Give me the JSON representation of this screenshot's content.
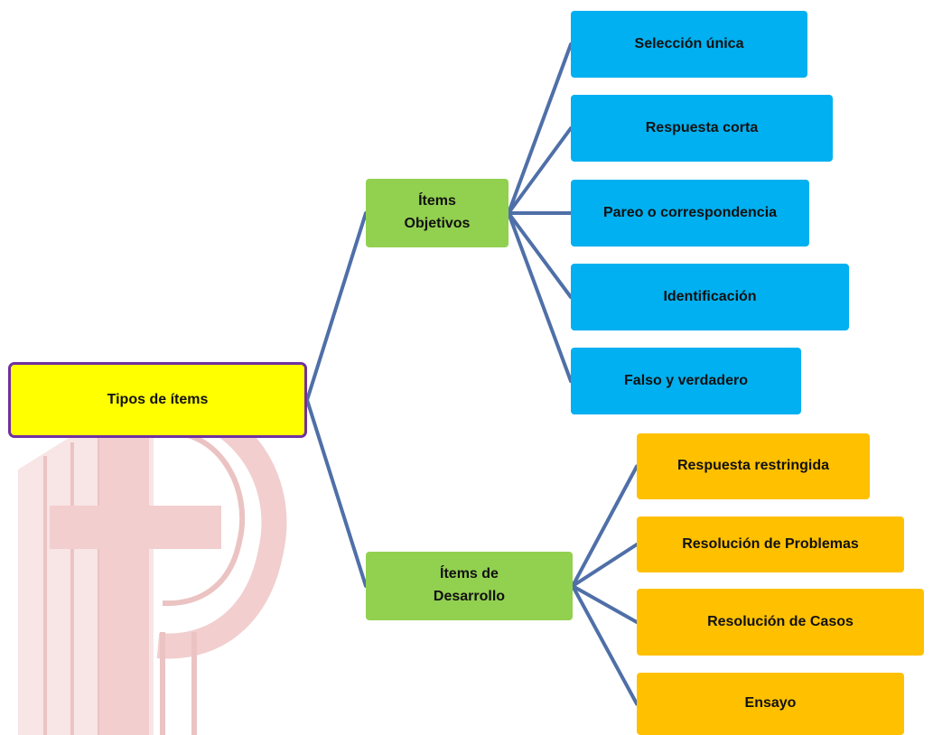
{
  "colors": {
    "root_fill": "#ffff00",
    "root_border": "#7030a0",
    "category_fill": "#92d050",
    "objective_fill": "#00b0f0",
    "development_fill": "#ffc000",
    "connector": "#4f6fa8",
    "watermark": "#e8b9b9"
  },
  "diagram": {
    "root": {
      "label": "Tipos de ítems"
    },
    "categories": [
      {
        "label": "Ítems\nObjetivos",
        "children": [
          "Selección única",
          "Respuesta corta",
          "Pareo o correspondencia",
          "Identificación",
          "Falso y verdadero"
        ]
      },
      {
        "label": "Ítems de\nDesarrollo",
        "children": [
          "Respuesta restringida",
          "Resolución de Problemas",
          "Resolución de Casos",
          "Ensayo"
        ]
      }
    ]
  }
}
